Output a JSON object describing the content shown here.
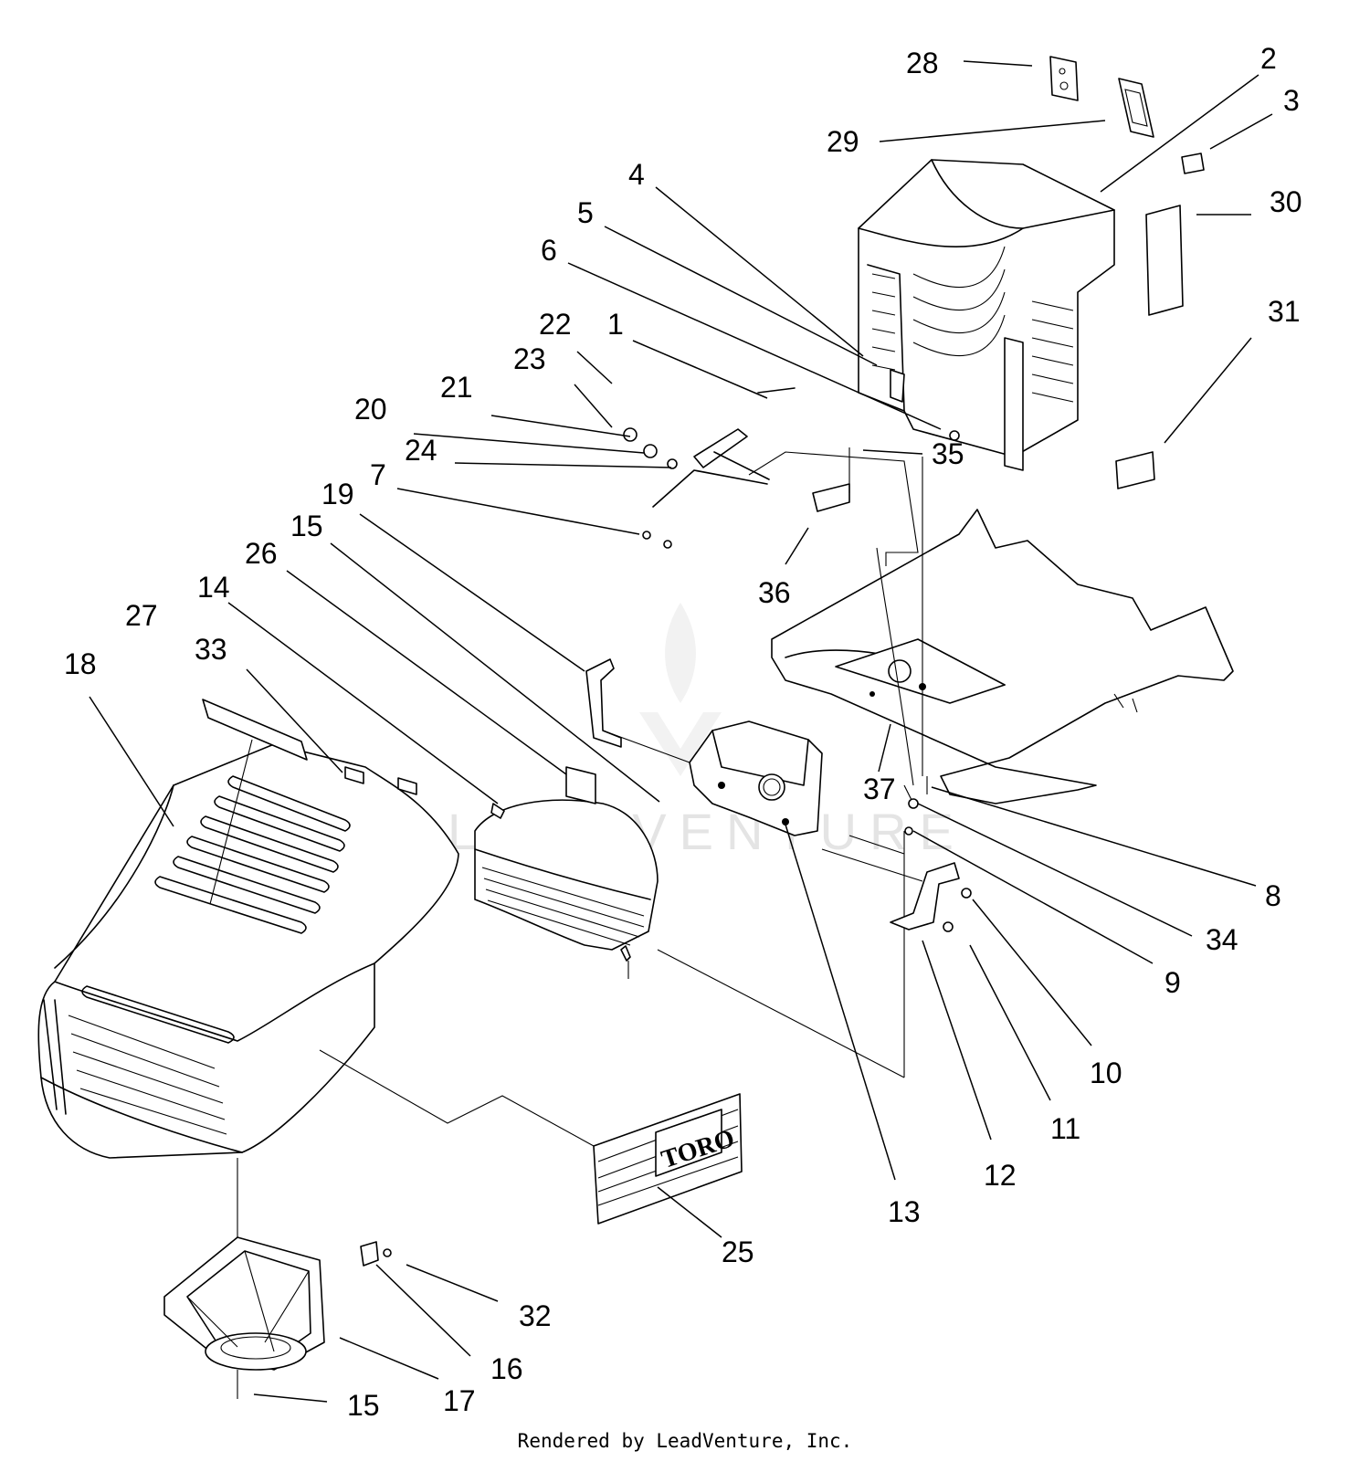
{
  "watermark": "LEADVENTURE",
  "logo_text": "TORO",
  "footer": "Rendered by LeadVenture, Inc.",
  "callouts": [
    {
      "id": "c28",
      "text": "28"
    },
    {
      "id": "c2",
      "text": "2"
    },
    {
      "id": "c3",
      "text": "3"
    },
    {
      "id": "c29",
      "text": "29"
    },
    {
      "id": "c4",
      "text": "4"
    },
    {
      "id": "c30",
      "text": "30"
    },
    {
      "id": "c5",
      "text": "5"
    },
    {
      "id": "c6",
      "text": "6"
    },
    {
      "id": "c31",
      "text": "31"
    },
    {
      "id": "c22",
      "text": "22"
    },
    {
      "id": "c1",
      "text": "1"
    },
    {
      "id": "c23",
      "text": "23"
    },
    {
      "id": "c21",
      "text": "21"
    },
    {
      "id": "c20",
      "text": "20"
    },
    {
      "id": "c35",
      "text": "35"
    },
    {
      "id": "c24",
      "text": "24"
    },
    {
      "id": "c7",
      "text": "7"
    },
    {
      "id": "c19",
      "text": "19"
    },
    {
      "id": "c15a",
      "text": "15"
    },
    {
      "id": "c26",
      "text": "26"
    },
    {
      "id": "c36",
      "text": "36"
    },
    {
      "id": "c14",
      "text": "14"
    },
    {
      "id": "c27",
      "text": "27"
    },
    {
      "id": "c33",
      "text": "33"
    },
    {
      "id": "c18",
      "text": "18"
    },
    {
      "id": "c37",
      "text": "37"
    },
    {
      "id": "c8",
      "text": "8"
    },
    {
      "id": "c34",
      "text": "34"
    },
    {
      "id": "c9",
      "text": "9"
    },
    {
      "id": "c10",
      "text": "10"
    },
    {
      "id": "c11",
      "text": "11"
    },
    {
      "id": "c12",
      "text": "12"
    },
    {
      "id": "c13",
      "text": "13"
    },
    {
      "id": "c25",
      "text": "25"
    },
    {
      "id": "c32",
      "text": "32"
    },
    {
      "id": "c16",
      "text": "16"
    },
    {
      "id": "c17",
      "text": "17"
    },
    {
      "id": "c15b",
      "text": "15"
    }
  ]
}
